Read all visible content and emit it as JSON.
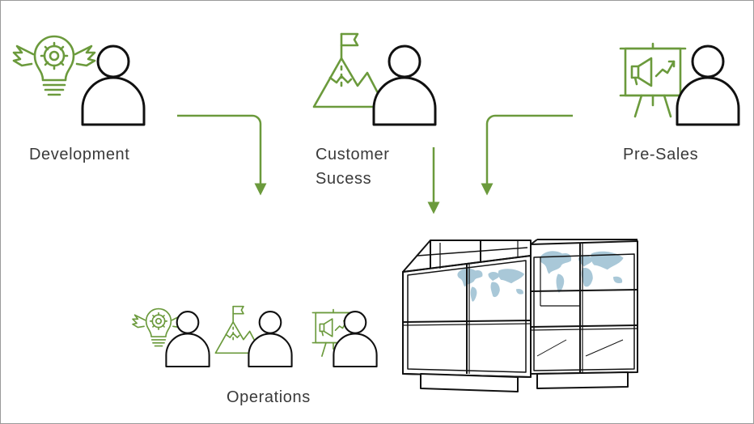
{
  "roles": {
    "development": {
      "label": "Development"
    },
    "customer_success": {
      "label_line1": "Customer",
      "label_line2": "Sucess"
    },
    "pre_sales": {
      "label": "Pre-Sales"
    },
    "operations": {
      "label": "Operations"
    }
  },
  "colors": {
    "accent_green": "#6b9a3c",
    "outline": "#111111",
    "map_blue": "#a9c8d8",
    "label_text": "#3a3a3a",
    "border": "#9a9a9a"
  }
}
